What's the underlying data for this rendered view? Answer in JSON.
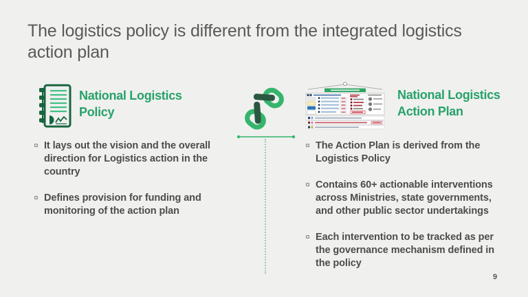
{
  "slide": {
    "title": "The logistics policy is different from the integrated logistics action plan",
    "page_number": "9"
  },
  "left_panel": {
    "icon": "policy-notebook-icon",
    "heading": "National Logistics Policy",
    "bullets": [
      "It lays out the vision and the overall direction for Logistics action in the country",
      "Defines provision for funding and monitoring of the action plan"
    ]
  },
  "center": {
    "icon": "chain-link-icon"
  },
  "right_panel": {
    "thumbnail": "integrated-action-plan-thumbnail",
    "heading": "National Logistics Action Plan",
    "bullets": [
      "The Action Plan is derived from the Logistics Policy",
      "Contains 60+ actionable interventions across Ministries, state governments, and other public sector undertakings",
      "Each intervention to be tracked as per the governance mechanism defined in the policy"
    ]
  },
  "colors": {
    "background": "#f0f0ef",
    "heading_green": "#27a269",
    "icon_green": "#35b56c",
    "icon_dark_green": "#1c5c3c",
    "title_gray": "#595959",
    "body_gray": "#4c4c4c"
  }
}
